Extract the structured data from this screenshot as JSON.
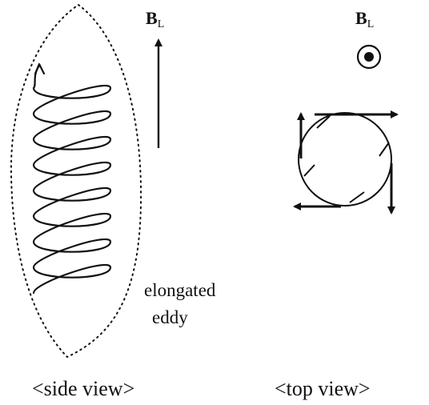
{
  "side_view": {
    "field_symbol": "B",
    "field_subscript": "L",
    "eddy_label_line1": "elongated",
    "eddy_label_line2": "eddy",
    "caption": "<side view>"
  },
  "top_view": {
    "field_symbol": "B",
    "field_subscript": "L",
    "caption": "<top view>"
  },
  "colors": {
    "line": "#111111",
    "background": "#ffffff"
  }
}
